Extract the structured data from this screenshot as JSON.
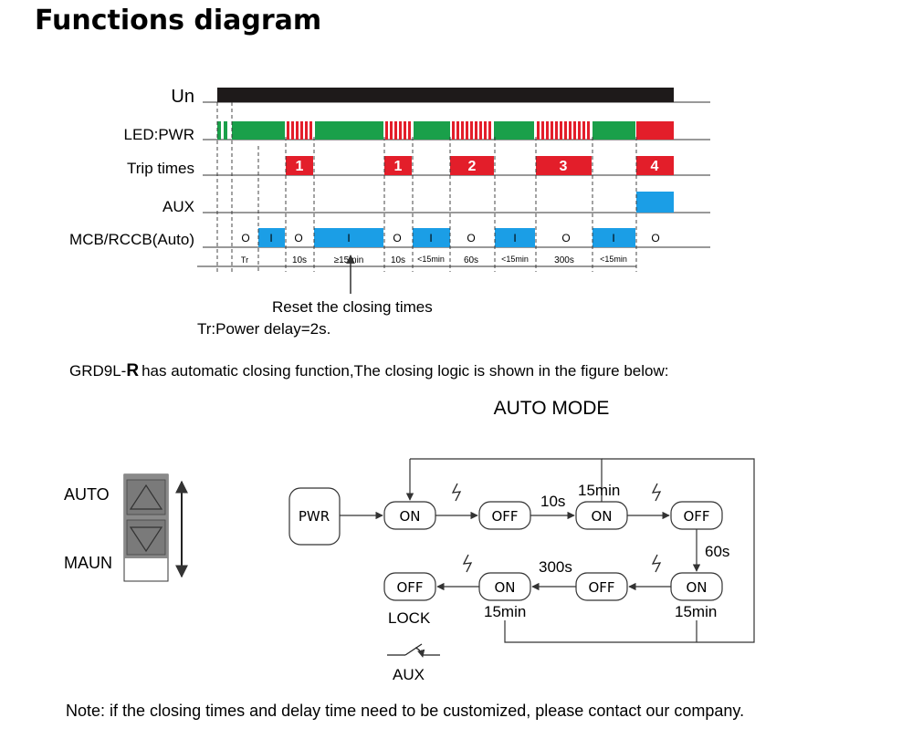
{
  "title": "Functions diagram",
  "timing": {
    "rows": {
      "un": "Un",
      "led": "LED:PWR",
      "trip": "Trip times",
      "aux": "AUX",
      "mcb": "MCB/RCCB(Auto)"
    },
    "trip_counts": [
      "1",
      "1",
      "2",
      "3",
      "4"
    ],
    "mcb_states": [
      "O",
      "I",
      "O",
      "I",
      "O",
      "I",
      "O",
      "I",
      "O",
      "I",
      "O"
    ],
    "intervals": [
      "Tr",
      "10s",
      "≥15min",
      "10s",
      "<15min",
      "60s",
      "<15min",
      "300s",
      "<15min"
    ],
    "reset_label": "Reset the closing times",
    "tr_note": "Tr:Power delay=2s.",
    "colors": {
      "un": "#1e1a1a",
      "led_on": "#1aa04a",
      "led_fault": "#e31e2a",
      "trip": "#e31e2a",
      "aux": "#1b9ee6",
      "mcb_closed": "#1b9ee6"
    }
  },
  "intro": {
    "prefix": "GRD9L-",
    "model_letter": "R",
    "rest": "has automatic closing function,The closing logic is shown in the figure below:"
  },
  "auto_mode_title": "AUTO MODE",
  "switch": {
    "auto_label": "AUTO",
    "manual_label": "MAUN"
  },
  "flow": {
    "nodes": {
      "pwr": "PWR",
      "on1": "ON",
      "off1": "OFF",
      "on2": "ON",
      "off2": "OFF",
      "on3": "ON",
      "off3": "OFF",
      "on4": "ON",
      "off4": "OFF"
    },
    "labels": {
      "t10s": "10s",
      "t15min_top": "15min",
      "t60s": "60s",
      "t300s": "300s",
      "t15min_left": "15min",
      "t15min_right": "15min",
      "lock": "LOCK",
      "aux": "AUX"
    }
  },
  "note": "Note: if the closing times and delay time need to be customized, please contact our company."
}
